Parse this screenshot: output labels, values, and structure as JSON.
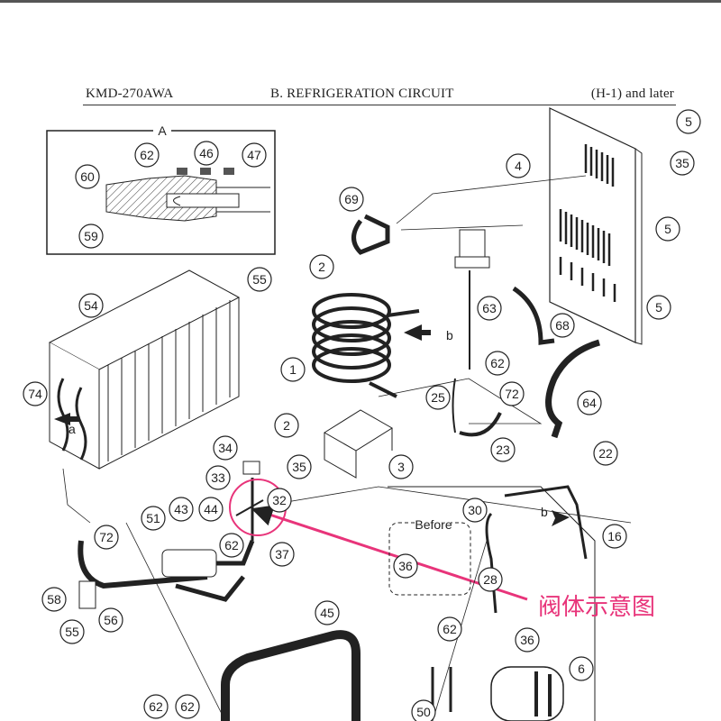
{
  "header": {
    "model": "KMD-270AWA",
    "section": "B. REFRIGERATION CIRCUIT",
    "revision": "(H-1) and later"
  },
  "detail": {
    "label": "A",
    "parts": [
      "62",
      "46",
      "47",
      "60",
      "59"
    ]
  },
  "callouts": [
    "5",
    "35",
    "4",
    "5",
    "5",
    "69",
    "63",
    "68",
    "2",
    "1",
    "62",
    "72",
    "25",
    "64",
    "55",
    "54",
    "74",
    "2",
    "3",
    "23",
    "22",
    "34",
    "33",
    "35",
    "32",
    "30",
    "16",
    "51",
    "43",
    "44",
    "62",
    "37",
    "72",
    "36",
    "28",
    "58",
    "56",
    "55",
    "45",
    "62",
    "36",
    "6",
    "62",
    "62",
    "50"
  ],
  "letters": {
    "a": "a",
    "b1": "b",
    "b2": "b"
  },
  "before_label": "Before",
  "annotation": {
    "text": "阀体示意图",
    "color": "#e8347a"
  }
}
